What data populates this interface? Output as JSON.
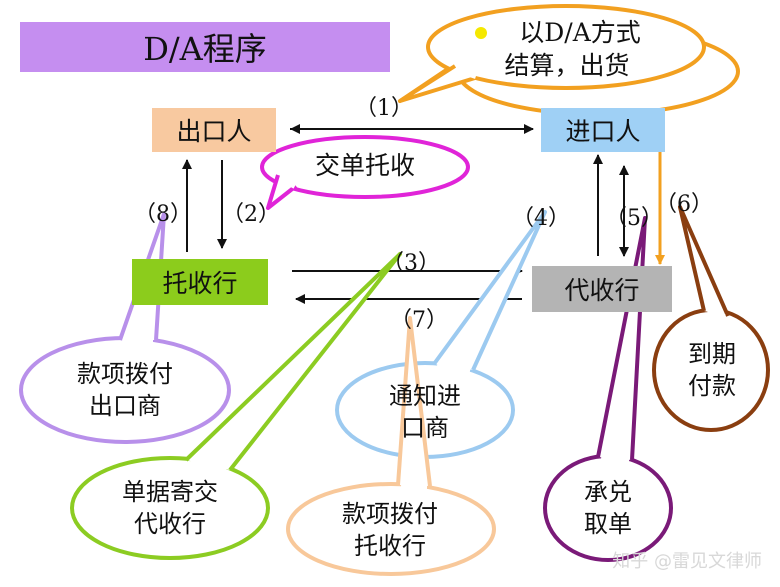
{
  "title": "D/A程序",
  "nodes": {
    "exporter": "出口人",
    "importer": "进口人",
    "remitting_bank": "托收行",
    "collecting_bank": "代收行"
  },
  "steps": {
    "s1": "（1）",
    "s2": "（2）",
    "s3": "（3）",
    "s4": "（4）",
    "s5": "（5）",
    "s6": "（6）",
    "s7": "（7）",
    "s8": "（8）"
  },
  "callouts": {
    "settle_line1": "以D/A方式",
    "settle_line2": "结算，出货",
    "docs_collection": "交单托收",
    "pay_exporter_line1": "款项拨付",
    "pay_exporter_line2": "出口商",
    "send_docs_line1": "单据寄交",
    "send_docs_line2": "代收行",
    "pay_remitting_line1": "款项拨付",
    "pay_remitting_line2": "托收行",
    "notify_line1": "通知进",
    "notify_line2": "口商",
    "accept_line1": "承兑",
    "accept_line2": "取单",
    "due_pay_line1": "到期",
    "due_pay_line2": "付款"
  },
  "watermark": "知乎 @雷见文律师",
  "colors": {
    "title_bg": "#c58ef0",
    "exporter_bg": "#f8c9a0",
    "importer_bg": "#9fd0f5",
    "remitting_bg": "#8ccc1c",
    "collecting_bg": "#b4b4b4",
    "orange": "#f2a020",
    "magenta": "#e024d8",
    "lavender": "#b890ea",
    "green": "#8ccc22",
    "peach": "#f8c89a",
    "skyblue": "#9ccaf0",
    "purple": "#7a1a78",
    "brown": "#8a3e10"
  }
}
